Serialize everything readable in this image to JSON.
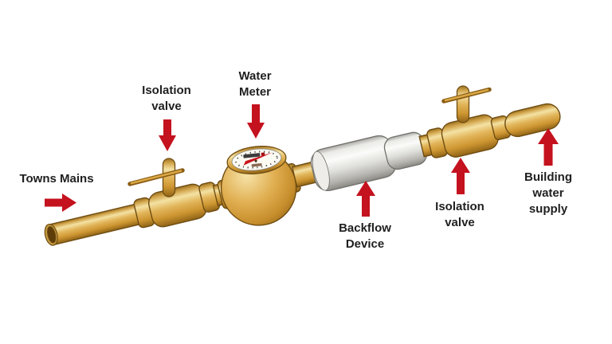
{
  "labels": [
    {
      "id": "towns-mains",
      "text": "Towns Mains",
      "arrow_direction": "right",
      "points_to": "mains-inlet-pipe"
    },
    {
      "id": "isolation-valve-1",
      "text": "Isolation\nvalve",
      "arrow_direction": "down",
      "points_to": "isolation-valve-1"
    },
    {
      "id": "water-meter",
      "text": "Water\nMeter",
      "arrow_direction": "down",
      "points_to": "water-meter"
    },
    {
      "id": "backflow-device",
      "text": "Backflow\nDevice",
      "arrow_direction": "up",
      "points_to": "backflow-device"
    },
    {
      "id": "isolation-valve-2",
      "text": "Isolation\nvalve",
      "arrow_direction": "up",
      "points_to": "isolation-valve-2"
    },
    {
      "id": "building-water-supply",
      "text": "Building\nwater\nsupply",
      "arrow_direction": "up",
      "points_to": "building-supply-pipe"
    }
  ],
  "diagram_parts": [
    "mains-inlet-pipe",
    "isolation-valve-1",
    "water-meter",
    "backflow-device",
    "isolation-valve-2",
    "building-supply-pipe"
  ],
  "colors": {
    "background": "#ffffff",
    "label_text": "#1f1f1f",
    "arrow_red": "#c4121e",
    "brass_light": "#f4e2a4",
    "brass_mid": "#e2b55a",
    "brass_dark": "#8f6316",
    "brass_outline": "#6f4d12",
    "steel_light": "#fbfbf9",
    "steel_dark": "#8a8984",
    "meter_face": "#fbfaf3",
    "needle_red": "#c9161d"
  }
}
